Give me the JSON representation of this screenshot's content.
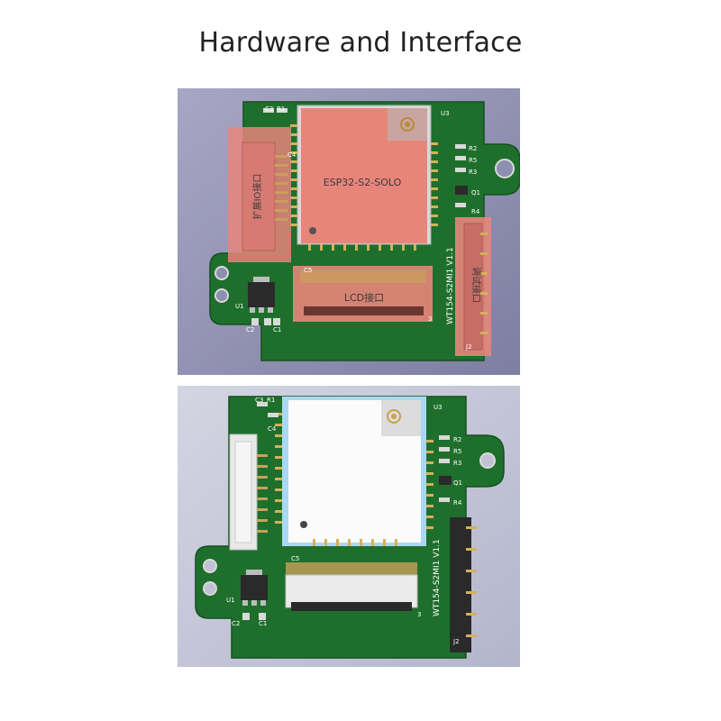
{
  "page": {
    "title": "Hardware and Interface"
  },
  "colors": {
    "pcb_green": "#1f6f2c",
    "pcb_dark": "#164f20",
    "background_top": "#8e8eb0",
    "background_bottom": "#c4c6d8",
    "highlight_red": "#e0625a",
    "module_blue": "#a9d8f2",
    "connector_white": "#e8e8e8",
    "header_black": "#2a2a2a"
  },
  "board_top": {
    "module_label": "ESP32-S2-SOLO",
    "lcd_label": "LCD接口",
    "expand_io_label": "扩展IO接口",
    "debug_label": "调试接口",
    "board_name": "WT154-S2MI1 V1.1",
    "silk": {
      "c3": "C3",
      "r1": "R1",
      "u3": "U3",
      "r2": "R2",
      "r5": "R5",
      "r3": "R3",
      "q1": "Q1",
      "r4": "R4",
      "u1": "U1",
      "c2": "C2",
      "c1": "C1",
      "j2": "J2",
      "c5": "C5",
      "c4": "C4",
      "pin3": "3"
    }
  },
  "board_bottom": {
    "board_name": "WT154-S2MI1 V1.1",
    "silk": {
      "c3": "C3",
      "r1": "R1",
      "u3": "U3",
      "r2": "R2",
      "r5": "R5",
      "r3": "R3",
      "q1": "Q1",
      "r4": "R4",
      "u1": "U1",
      "c2": "C2",
      "c1": "C1",
      "j2": "J2",
      "c5": "C5",
      "c4": "C4",
      "pin3": "3"
    }
  }
}
